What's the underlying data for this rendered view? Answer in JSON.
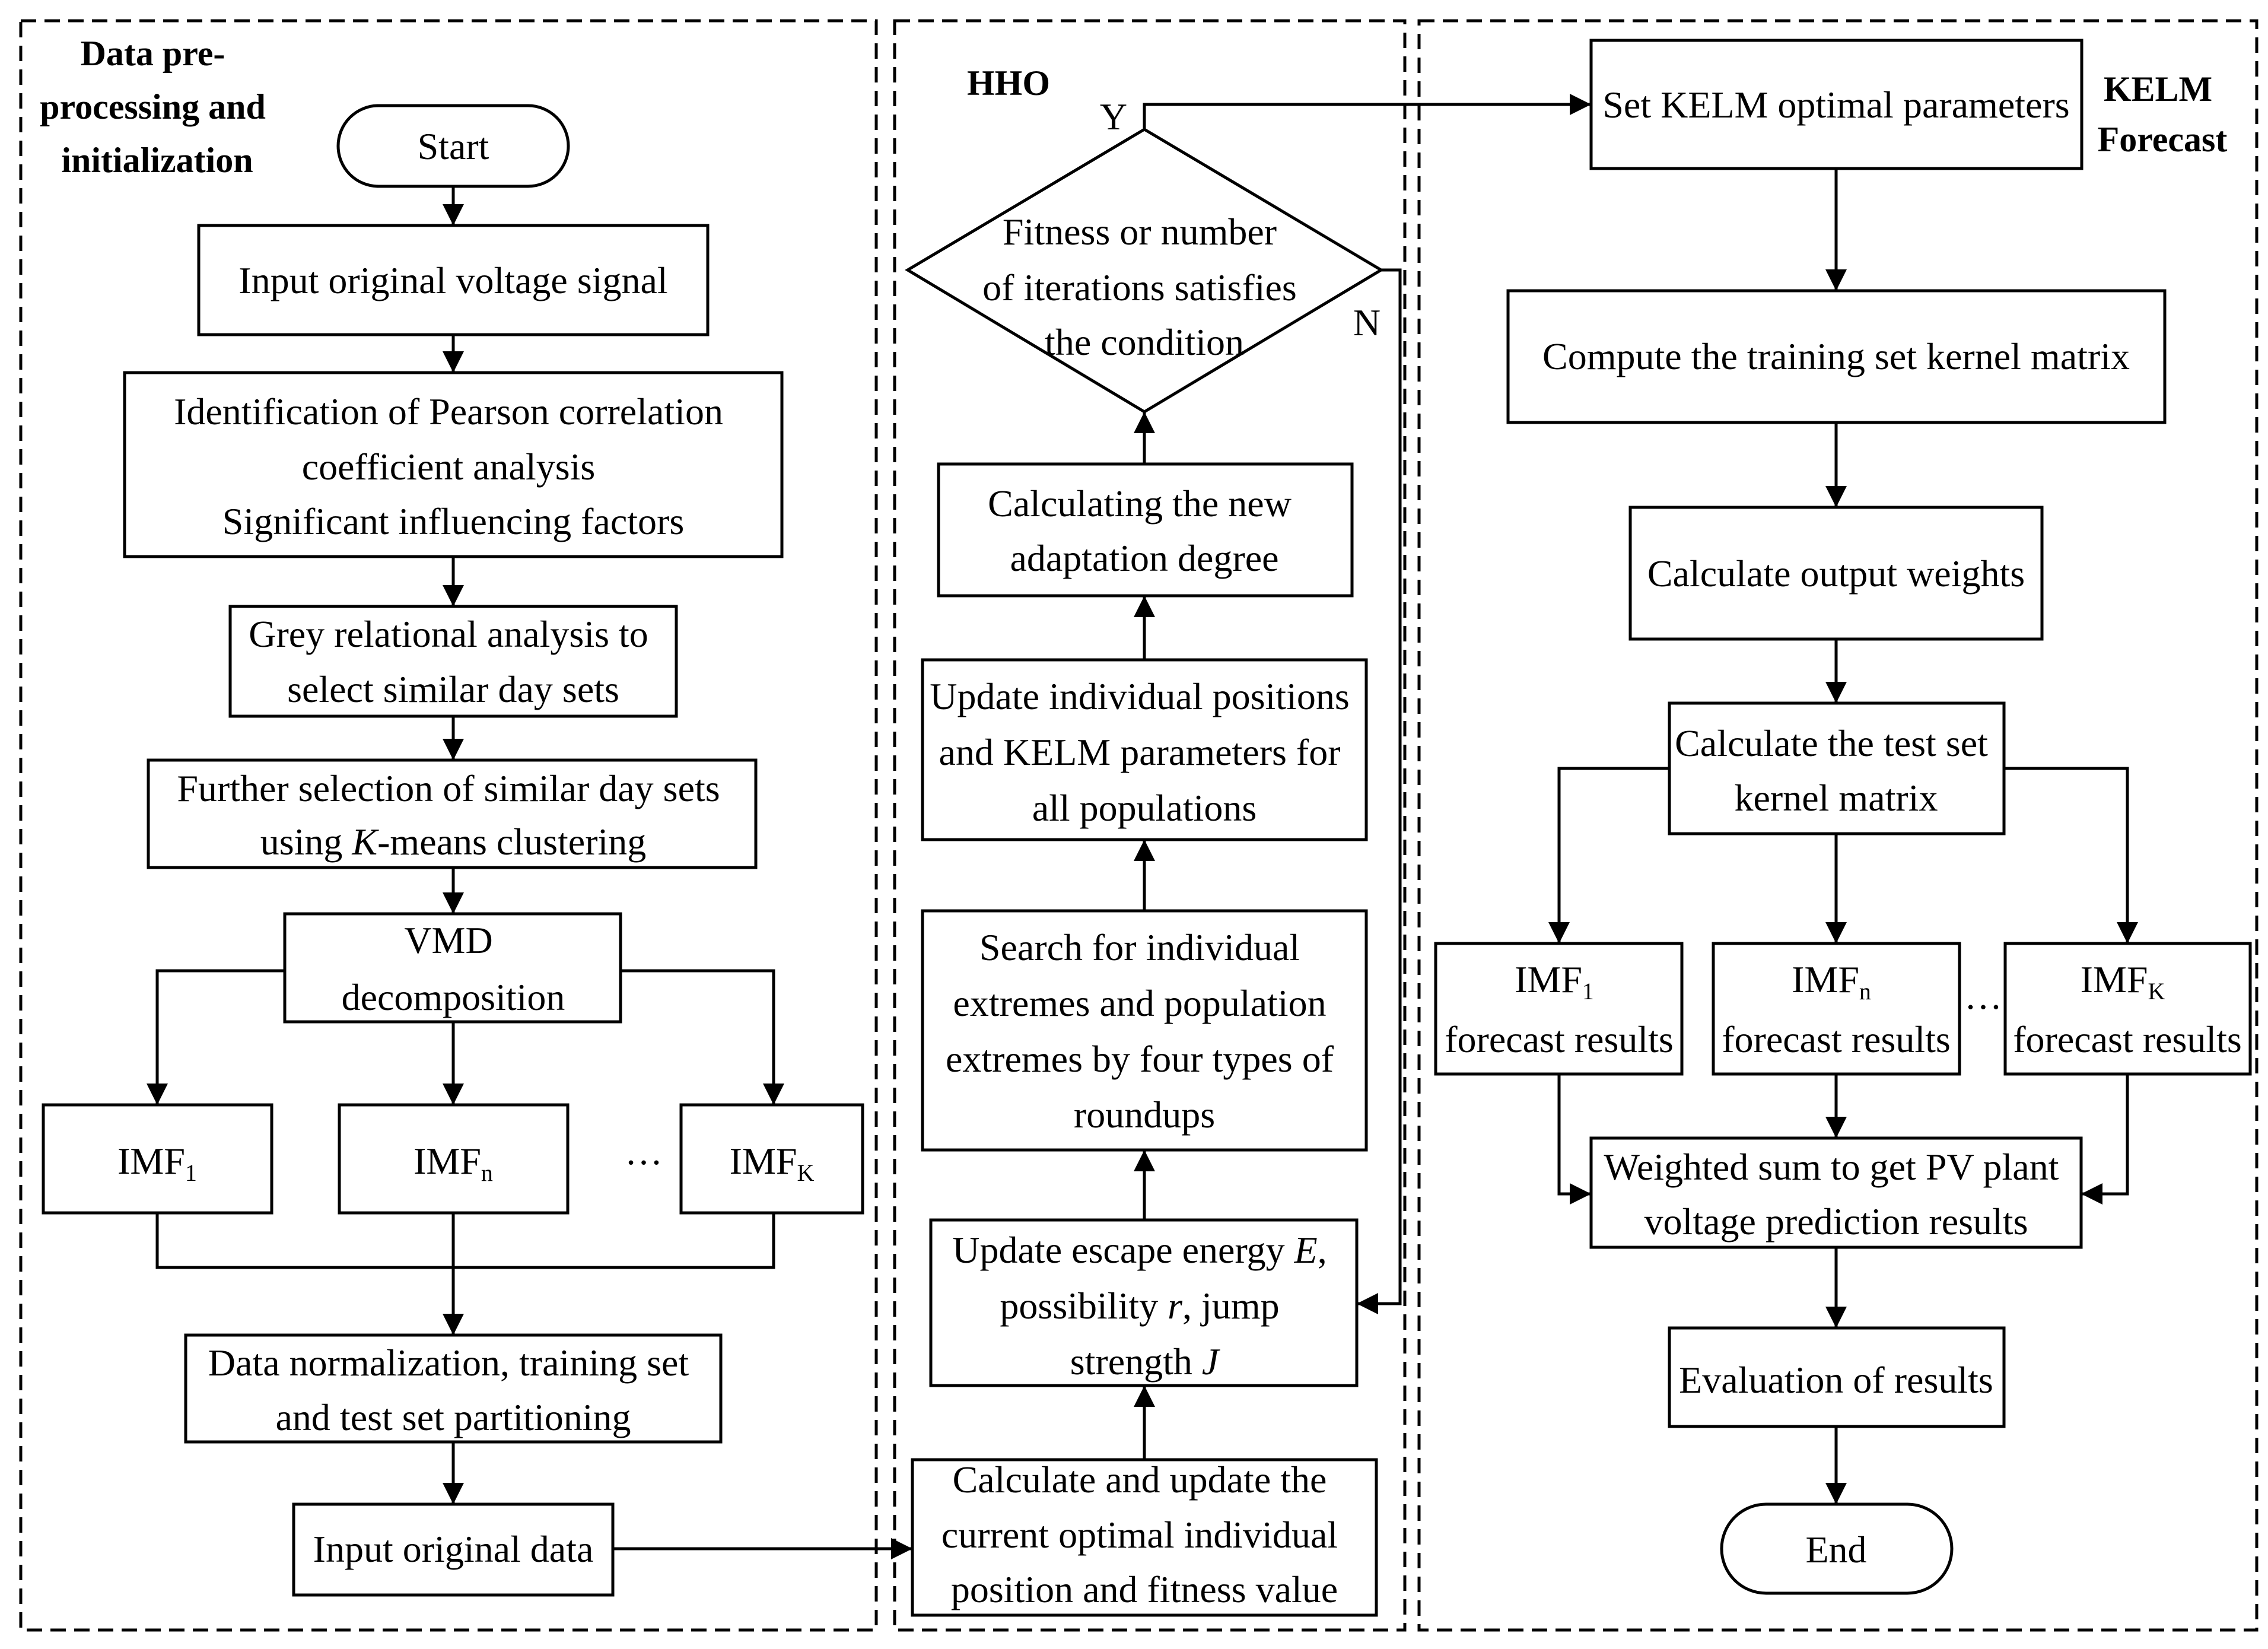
{
  "panels": {
    "preprocessing": {
      "title_lines": [
        "Data pre-",
        "processing and",
        "initialization"
      ]
    },
    "hho": {
      "title": "HHO"
    },
    "kelm": {
      "title_lines": [
        "KELM",
        "Forecast"
      ]
    }
  },
  "nodes": {
    "start": "Start",
    "input_voltage": "Input original voltage signal",
    "pearson": [
      "Identification of Pearson correlation",
      "coefficient analysis",
      "Significant influencing factors"
    ],
    "grey": [
      "Grey relational analysis to",
      "select similar day sets"
    ],
    "kmeans": {
      "line1": "Further selection of similar day sets",
      "line2_prefix": "using ",
      "line2_italic": "K",
      "line2_suffix": "-means clustering"
    },
    "vmd": [
      "VMD",
      "decomposition"
    ],
    "imf_left": [
      {
        "base": "IMF",
        "sub": "1"
      },
      {
        "base": "IMF",
        "sub": "n"
      },
      {
        "base": "IMF",
        "sub": "K"
      }
    ],
    "ellipsis": "…",
    "normalization": [
      "Data normalization, training set",
      "and test set partitioning"
    ],
    "input_data": "Input original data",
    "calc_update": [
      "Calculate and update the",
      "current optimal individual",
      "position and fitness value"
    ],
    "escape": {
      "line1_prefix": "Update escape energy ",
      "line1_italic": "E",
      "line1_suffix": ",",
      "line2_prefix": "possibility ",
      "line2_italic": "r",
      "line2_suffix": ", jump",
      "line3_prefix": "strength ",
      "line3_italic": "J"
    },
    "search": [
      "Search for individual",
      "extremes and population",
      "extremes by four types of",
      "roundups"
    ],
    "update_positions": [
      "Update individual positions",
      "and KELM parameters for",
      "all populations"
    ],
    "adaptation": [
      "Calculating the new",
      "adaptation degree"
    ],
    "decision": [
      "Fitness or number",
      "of iterations satisfies",
      "the condition"
    ],
    "yes_label": "Y",
    "no_label": "N",
    "set_kelm": "Set KELM optimal parameters",
    "kernel_train": "Compute the training set kernel matrix",
    "output_weights": "Calculate output weights",
    "kernel_test": [
      "Calculate the test set",
      "kernel matrix"
    ],
    "imf_forecast": [
      {
        "base": "IMF",
        "sub": "1",
        "label": "forecast results"
      },
      {
        "base": "IMF",
        "sub": "n",
        "label": "forecast results"
      },
      {
        "base": "IMF",
        "sub": "K",
        "label": "forecast results"
      }
    ],
    "weighted_sum": [
      "Weighted sum to get PV plant",
      "voltage prediction results"
    ],
    "evaluation": "Evaluation of results",
    "end": "End"
  }
}
